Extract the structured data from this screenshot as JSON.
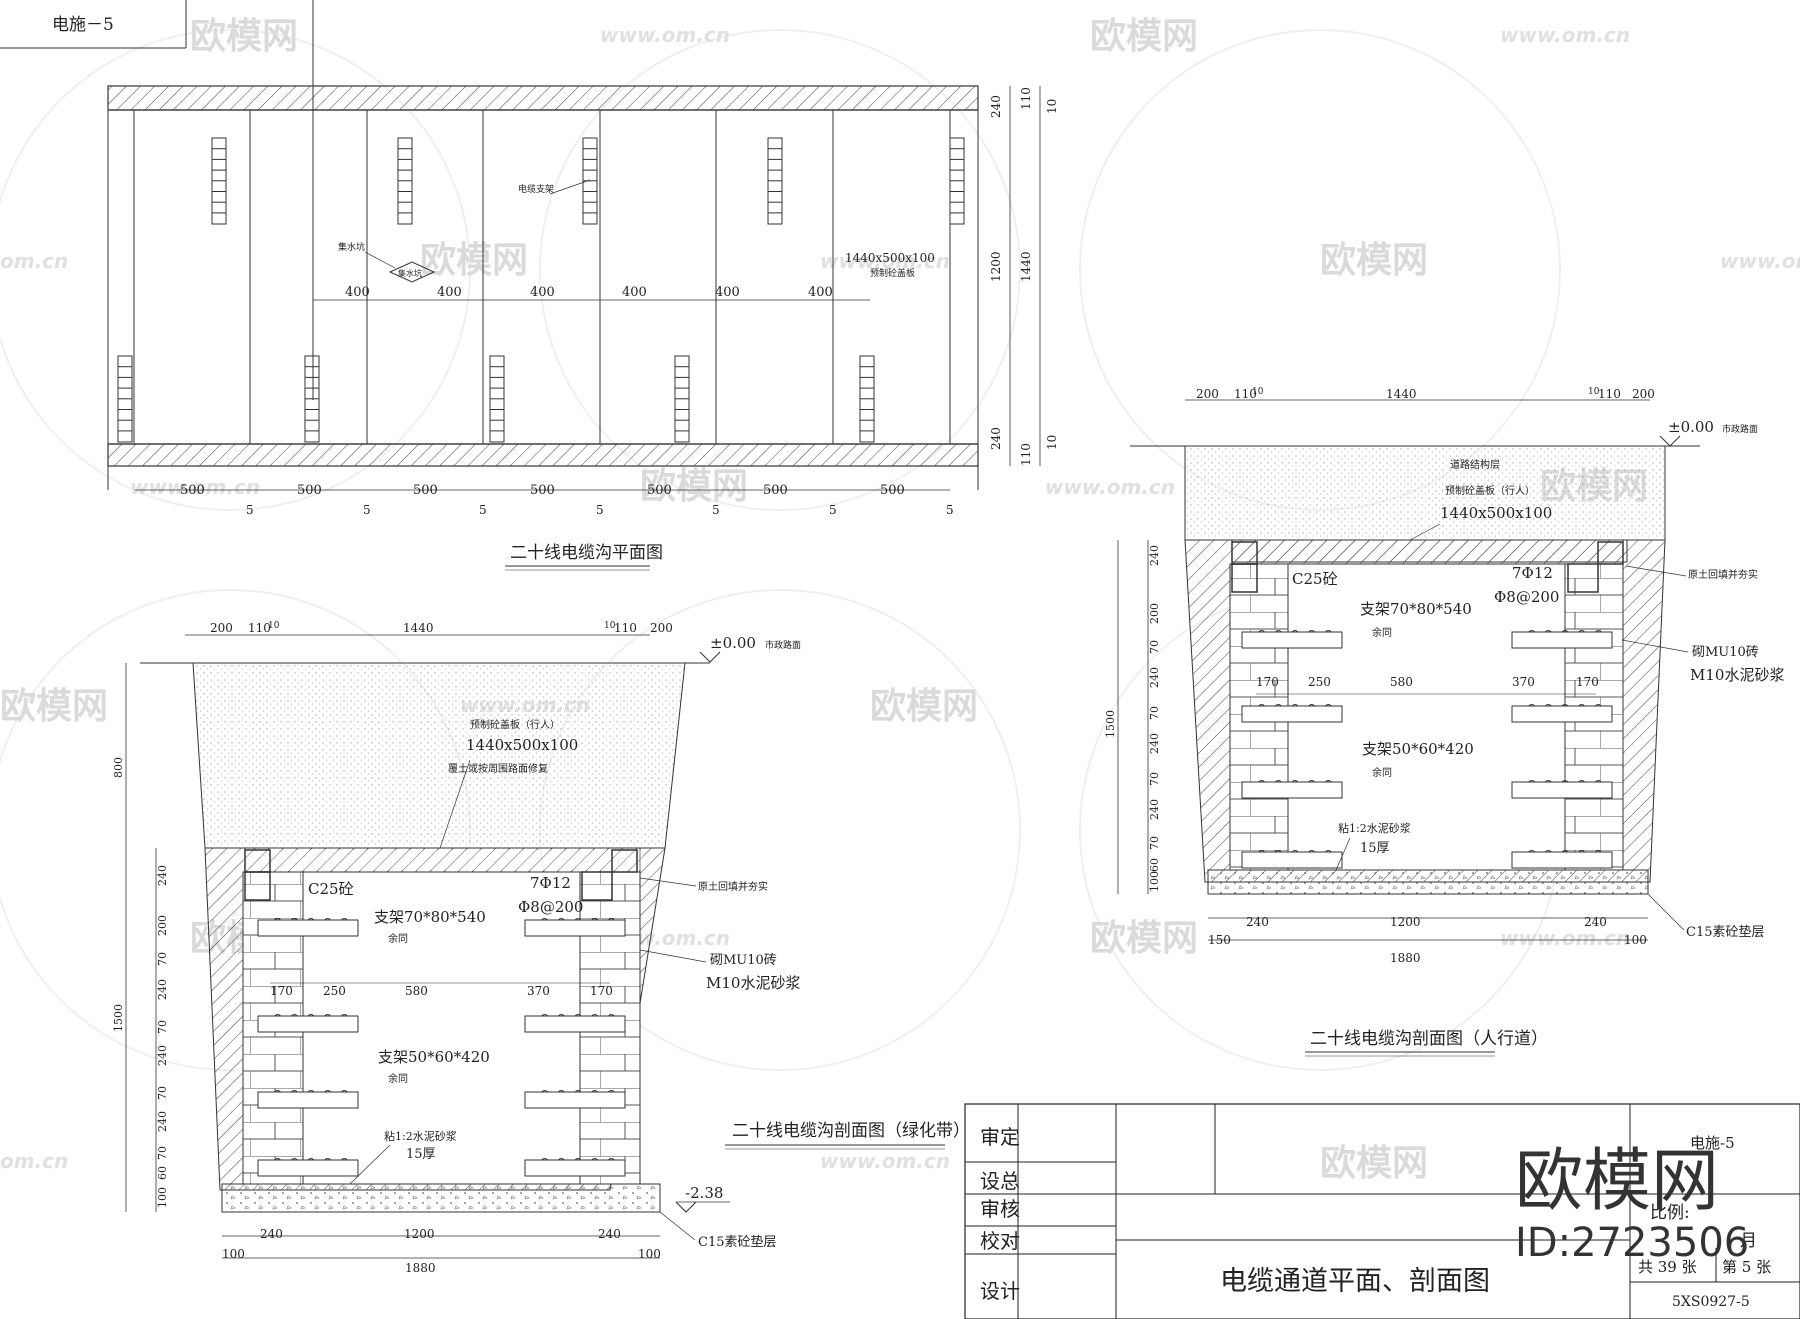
{
  "sheet_label": "电施－5",
  "watermark": {
    "brand": "欧模网",
    "url": "www.om.cn",
    "url_short": "om.cn"
  },
  "plan": {
    "title": "二十线电缆沟平面图",
    "pit_label": "集水坑",
    "pit_label2": "集水坑",
    "bracket_label": "电缆支架",
    "cover_label": "1440x500x100",
    "cover_note": "预制砼盖板",
    "spacing_dims": [
      "400",
      "400",
      "400",
      "400",
      "400",
      "400"
    ],
    "bottom_dims": [
      "500",
      "500",
      "500",
      "500",
      "500",
      "500",
      "500"
    ],
    "bottom_gap": "5",
    "right_dims": {
      "top240": "240",
      "top110": "110",
      "top10": "10",
      "mid1200": "1200",
      "mid1440": "1440",
      "bot240": "240",
      "bot110": "110",
      "bot10": "10"
    }
  },
  "section_green": {
    "title": "二十线电缆沟剖面图（绿化带）",
    "top_dims": [
      "200",
      "110",
      "10",
      "1440",
      "10",
      "110",
      "200"
    ],
    "level_top": "±0.00",
    "level_top_note": "市政路面",
    "cover_note": "预制砼盖板（行人）",
    "cover_size": "1440x500x100",
    "backfill_note": "覆土或按周围路面修复",
    "concrete": "C25砼",
    "rebar_main": "7Φ12",
    "rebar_stirrup": "Φ8@200",
    "fill_note": "原土回填并夯实",
    "bracket1": "支架70*80*540",
    "bracket1_sub": "余同",
    "masonry": "砌MU10砖",
    "mortar": "M10水泥砂浆",
    "inner_dims": [
      "170",
      "250",
      "580",
      "370",
      "170"
    ],
    "bracket2": "支架50*60*420",
    "bracket2_sub": "余同",
    "plaster": "粘1:2水泥砂浆",
    "plaster_thk": "15厚",
    "level_bottom": "-2.38",
    "base_note": "C15素砼垫层",
    "left_dims": [
      "800",
      "240",
      "200",
      "70",
      "240",
      "70",
      "240",
      "70",
      "240",
      "70",
      "60",
      "100"
    ],
    "left_total": "1500",
    "bottom_dims": [
      "100",
      "240",
      "1200",
      "240",
      "100"
    ],
    "bottom_total": "1880"
  },
  "section_walk": {
    "title": "二十线电缆沟剖面图（人行道）",
    "top_dims": [
      "200",
      "110",
      "10",
      "1440",
      "10",
      "110",
      "200"
    ],
    "level_top": "±0.00",
    "level_top_note": "市政路面",
    "road_note": "道路结构层",
    "cover_note": "预制砼盖板（行人）",
    "cover_size": "1440x500x100",
    "concrete": "C25砼",
    "rebar_main": "7Φ12",
    "rebar_stirrup": "Φ8@200",
    "fill_note": "原土回填并夯实",
    "bracket1": "支架70*80*540",
    "bracket1_sub": "余同",
    "masonry": "砌MU10砖",
    "mortar": "M10水泥砂浆",
    "inner_dims": [
      "170",
      "250",
      "580",
      "370",
      "170"
    ],
    "bracket2": "支架50*60*420",
    "bracket2_sub": "余同",
    "plaster": "粘1:2水泥砂浆",
    "plaster_thk": "15厚",
    "base_note": "C15素砼垫层",
    "left_dims": [
      "240",
      "200",
      "70",
      "240",
      "70",
      "240",
      "70",
      "240",
      "70",
      "60",
      "100"
    ],
    "left_total": "1500",
    "bottom_dims": [
      "150",
      "240",
      "1200",
      "240",
      "100"
    ],
    "bottom_total": "1880"
  },
  "title_block": {
    "roles": [
      "审定",
      "设总",
      "审核",
      "校对",
      "设计"
    ],
    "drawing_title": "电缆通道平面、剖面图",
    "sheet_no": "电施-5",
    "ratio_label": "比例:",
    "date_label": "月",
    "total_sheets": "共 39 张",
    "this_sheet": "第 5 张",
    "drawing_code": "5XS0927-5"
  },
  "brand_overlay": {
    "name": "欧模网",
    "id": "ID:2723506"
  }
}
